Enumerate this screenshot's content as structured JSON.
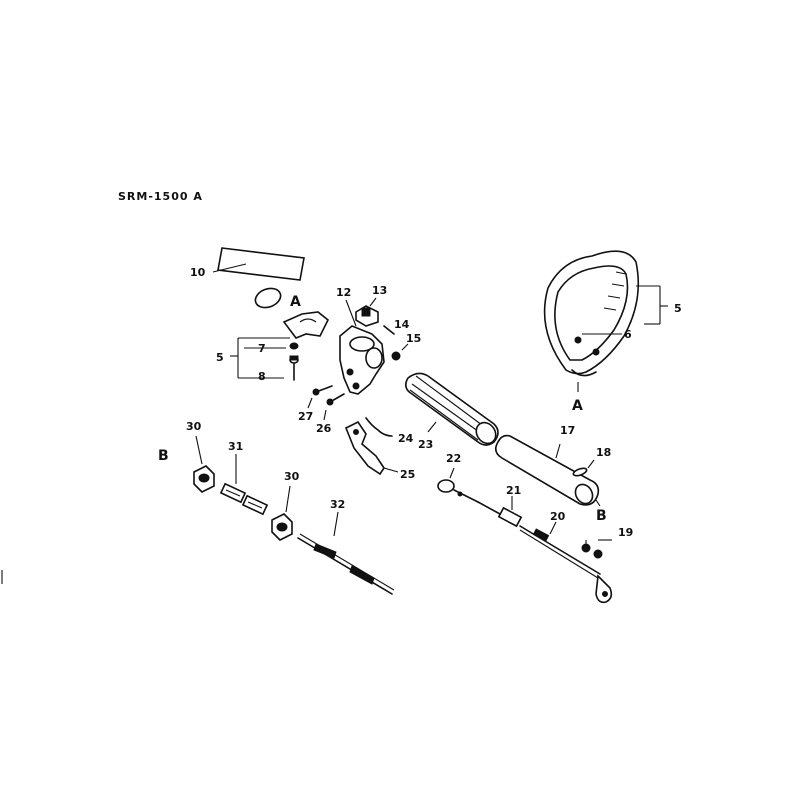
{
  "title": "SRM-1500 A",
  "labels": {
    "p10": "10",
    "pA1": "A",
    "p7": "7",
    "p5a": "5",
    "p8": "8",
    "p12": "12",
    "p13": "13",
    "p14": "14",
    "p15": "15",
    "p27": "27",
    "p26": "26",
    "p24": "24",
    "p23": "23",
    "p25": "25",
    "p5b": "5",
    "p6": "6",
    "pA2": "A",
    "p17": "17",
    "p18": "18",
    "pB2": "B",
    "p22": "22",
    "p21": "21",
    "p20": "20",
    "p19": "19",
    "pB1": "B",
    "p30a": "30",
    "p31": "31",
    "p30b": "30",
    "p32": "32"
  }
}
